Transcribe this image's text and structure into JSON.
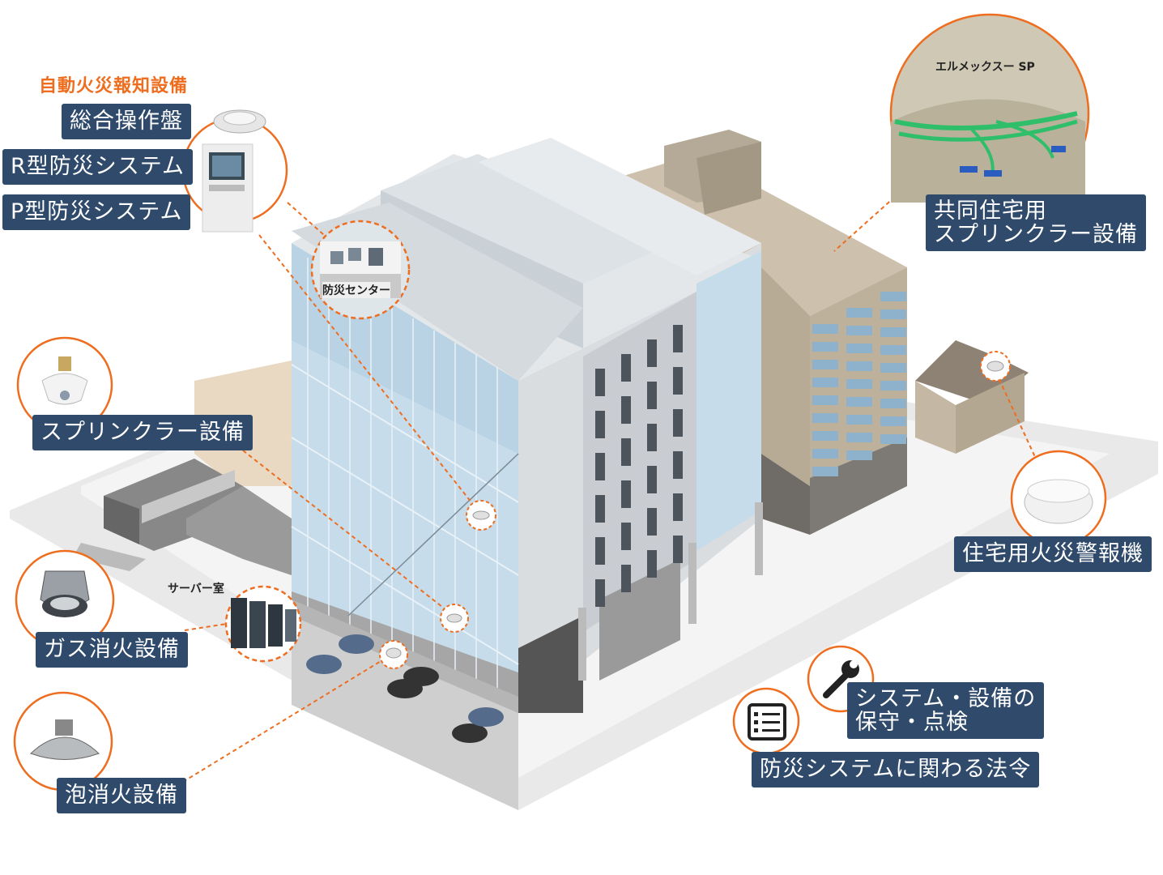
{
  "colors": {
    "accent": "#ee6d1f",
    "label_bg": "#2f4a6b",
    "label_text": "#ffffff"
  },
  "heading": "自動火災報知設備",
  "labels": {
    "control_panel": "総合操作盤",
    "r_type": "R型防災システム",
    "p_type": "P型防災システム",
    "sprinkler": "スプリンクラー設備",
    "gas_fire": "ガス消火設備",
    "foam_fire": "泡消火設備",
    "apartment_sprinkler_line1": "共同住宅用",
    "apartment_sprinkler_line2": "スプリンクラー設備",
    "home_alarm": "住宅用火災警報機",
    "maintenance_line1": "システム・設備の",
    "maintenance_line2": "保守・点検",
    "laws": "防災システムに関わる法令"
  },
  "small_labels": {
    "disaster_center": "防災センター",
    "server_room": "サーバー室",
    "elmex": "エルメックスー SP"
  },
  "icons": [
    "smoke-detector-icon",
    "sprinkler-head-icon",
    "gas-nozzle-icon",
    "foam-head-icon",
    "home-alarm-icon",
    "wrench-icon",
    "list-icon"
  ]
}
